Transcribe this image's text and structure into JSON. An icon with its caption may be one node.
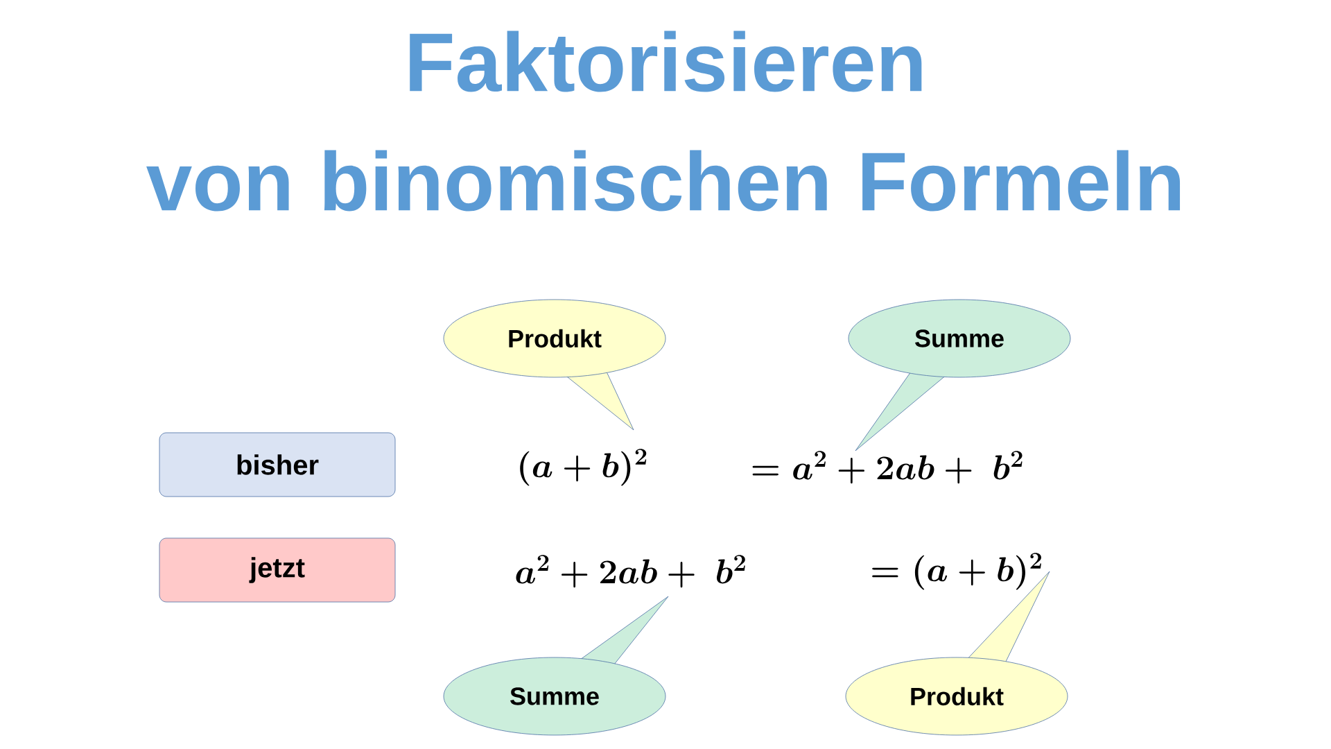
{
  "diagram": {
    "title": "Faktorisieren von binomischen Formeln",
    "nodes": [
      {
        "text": [
          "bisher"
        ]
      },
      {
        "text": [
          "jetzt"
        ]
      },
      {
        "text": [
          "Produkt"
        ]
      },
      {
        "text": [
          "Summe"
        ]
      },
      {
        "text": [
          "Summe"
        ]
      },
      {
        "text": [
          "Produkt"
        ]
      }
    ],
    "labels": [
      "(a+b)^2",
      "= a^2+2ab+\\ b^2",
      "a^2+2ab+\\ b^2",
      "= (a+b)^2"
    ]
  }
}
